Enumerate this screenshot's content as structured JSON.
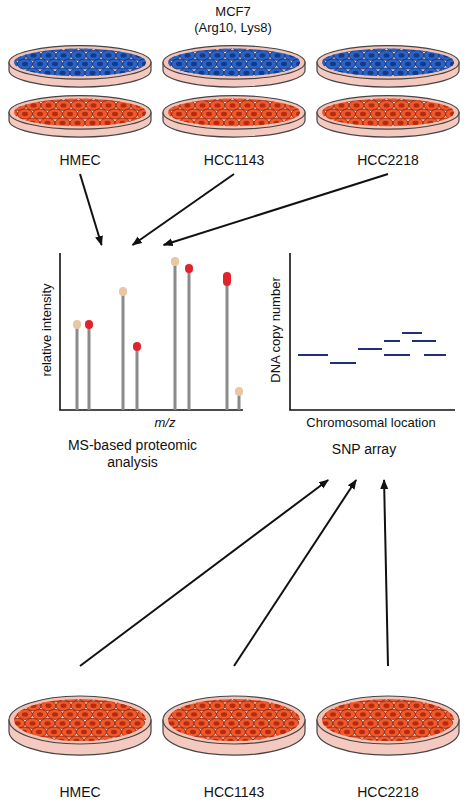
{
  "diagram": {
    "nodes": [
      {
        "text": [
          "HMEC"
        ]
      },
      {
        "text": [
          "HCC1143"
        ]
      },
      {
        "text": [
          "HCC2218"
        ]
      },
      {
        "text": [
          "MS-based proteomic analysis"
        ]
      },
      {
        "text": [
          "SNP array"
        ]
      },
      {
        "text": [
          "HMEC"
        ]
      },
      {
        "text": [
          "HCC1143"
        ]
      },
      {
        "text": [
          "HCC2218"
        ]
      }
    ],
    "edges": [
      {
        "from": 0,
        "to": 3,
        "arrow": "to"
      },
      {
        "from": 1,
        "to": 3,
        "arrow": "to"
      },
      {
        "from": 2,
        "to": 3,
        "arrow": "to"
      },
      {
        "from": 5,
        "to": 4,
        "arrow": "to"
      },
      {
        "from": 6,
        "to": 4,
        "arrow": "to"
      },
      {
        "from": 7,
        "to": 4,
        "arrow": "to"
      }
    ],
    "labels": [
      "MCF7",
      "(Arg10, Lys8)",
      "relative intensity",
      "m/z",
      "DNA copy number",
      "Chromosomal location"
    ]
  }
}
